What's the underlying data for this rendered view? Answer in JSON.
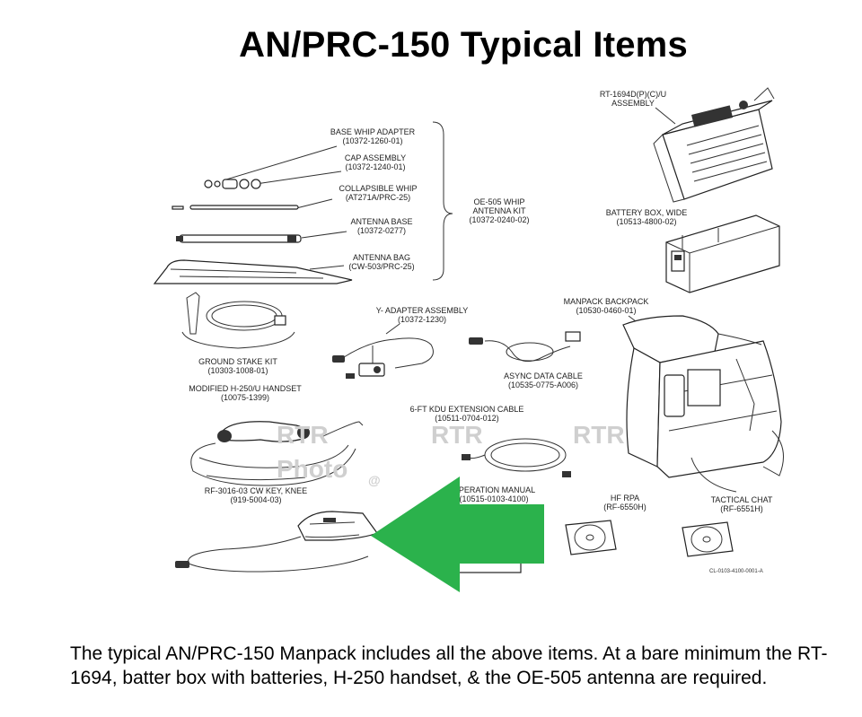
{
  "title": "AN/PRC-150 Typical Items",
  "caption": "The typical AN/PRC-150 Manpack includes all the above items.  At a bare minimum the RT-1694, batter box with batteries, H-250 handset, & the OE-505 antenna are required.",
  "items": {
    "base_whip_adapter": {
      "name": "BASE WHIP ADAPTER",
      "part": "(10372-1260-01)"
    },
    "cap_assembly": {
      "name": "CAP ASSEMBLY",
      "part": "(10372-1240-01)"
    },
    "collapsible_whip": {
      "name": "COLLAPSIBLE WHIP",
      "part": "(AT271A/PRC-25)"
    },
    "antenna_base": {
      "name": "ANTENNA BASE",
      "part": "(10372-0277)"
    },
    "antenna_bag": {
      "name": "ANTENNA BAG",
      "part": "(CW-503/PRC-25)"
    },
    "whip_kit": {
      "name1": "OE-505 WHIP",
      "name2": "ANTENNA KIT",
      "part": "(10372-0240-02)"
    },
    "rt_assembly": {
      "name1": "RT-1694D(P)(C)/U",
      "name2": "ASSEMBLY"
    },
    "battery_box": {
      "name": "BATTERY BOX, WIDE",
      "part": "(10513-4800-02)"
    },
    "ground_stake": {
      "name": "GROUND STAKE KIT",
      "part": "(10303-1008-01)"
    },
    "y_adapter": {
      "name": "Y- ADAPTER ASSEMBLY",
      "part": "(10372-1230)"
    },
    "backpack": {
      "name": "MANPACK BACKPACK",
      "part": "(10530-0460-01)"
    },
    "async_cable": {
      "name": "ASYNC DATA CABLE",
      "part": "(10535-0775-A006)"
    },
    "handset": {
      "name": "MODIFIED H-250/U HANDSET",
      "part": "(10075-1399)"
    },
    "kdu_cable": {
      "name": "6-FT KDU EXTENSION CABLE",
      "part": "(10511-0704-012)"
    },
    "cw_key": {
      "name": "RF-3016-03 CW KEY, KNEE",
      "part": "(919-5004-03)"
    },
    "manual": {
      "name": "OPERATION MANUAL",
      "part": "(10515-0103-4100)"
    },
    "hf_rpa": {
      "name": "HF RPA",
      "part": "(RF-6550H)"
    },
    "tactical_chat": {
      "name": "TACTICAL CHAT",
      "part": "(RF-6551H)"
    }
  },
  "figure_id": "CL-0103-4100-0001-A",
  "watermark": {
    "text1": "RTR",
    "text2": "RTR",
    "text3": "RTR",
    "photo": "Photo",
    "at": "@"
  },
  "colors": {
    "arrow": "#2bb24c",
    "line": "#333333",
    "watermark": "#cfcfcf"
  },
  "icons": {
    "arrow": "left-arrow-icon"
  }
}
